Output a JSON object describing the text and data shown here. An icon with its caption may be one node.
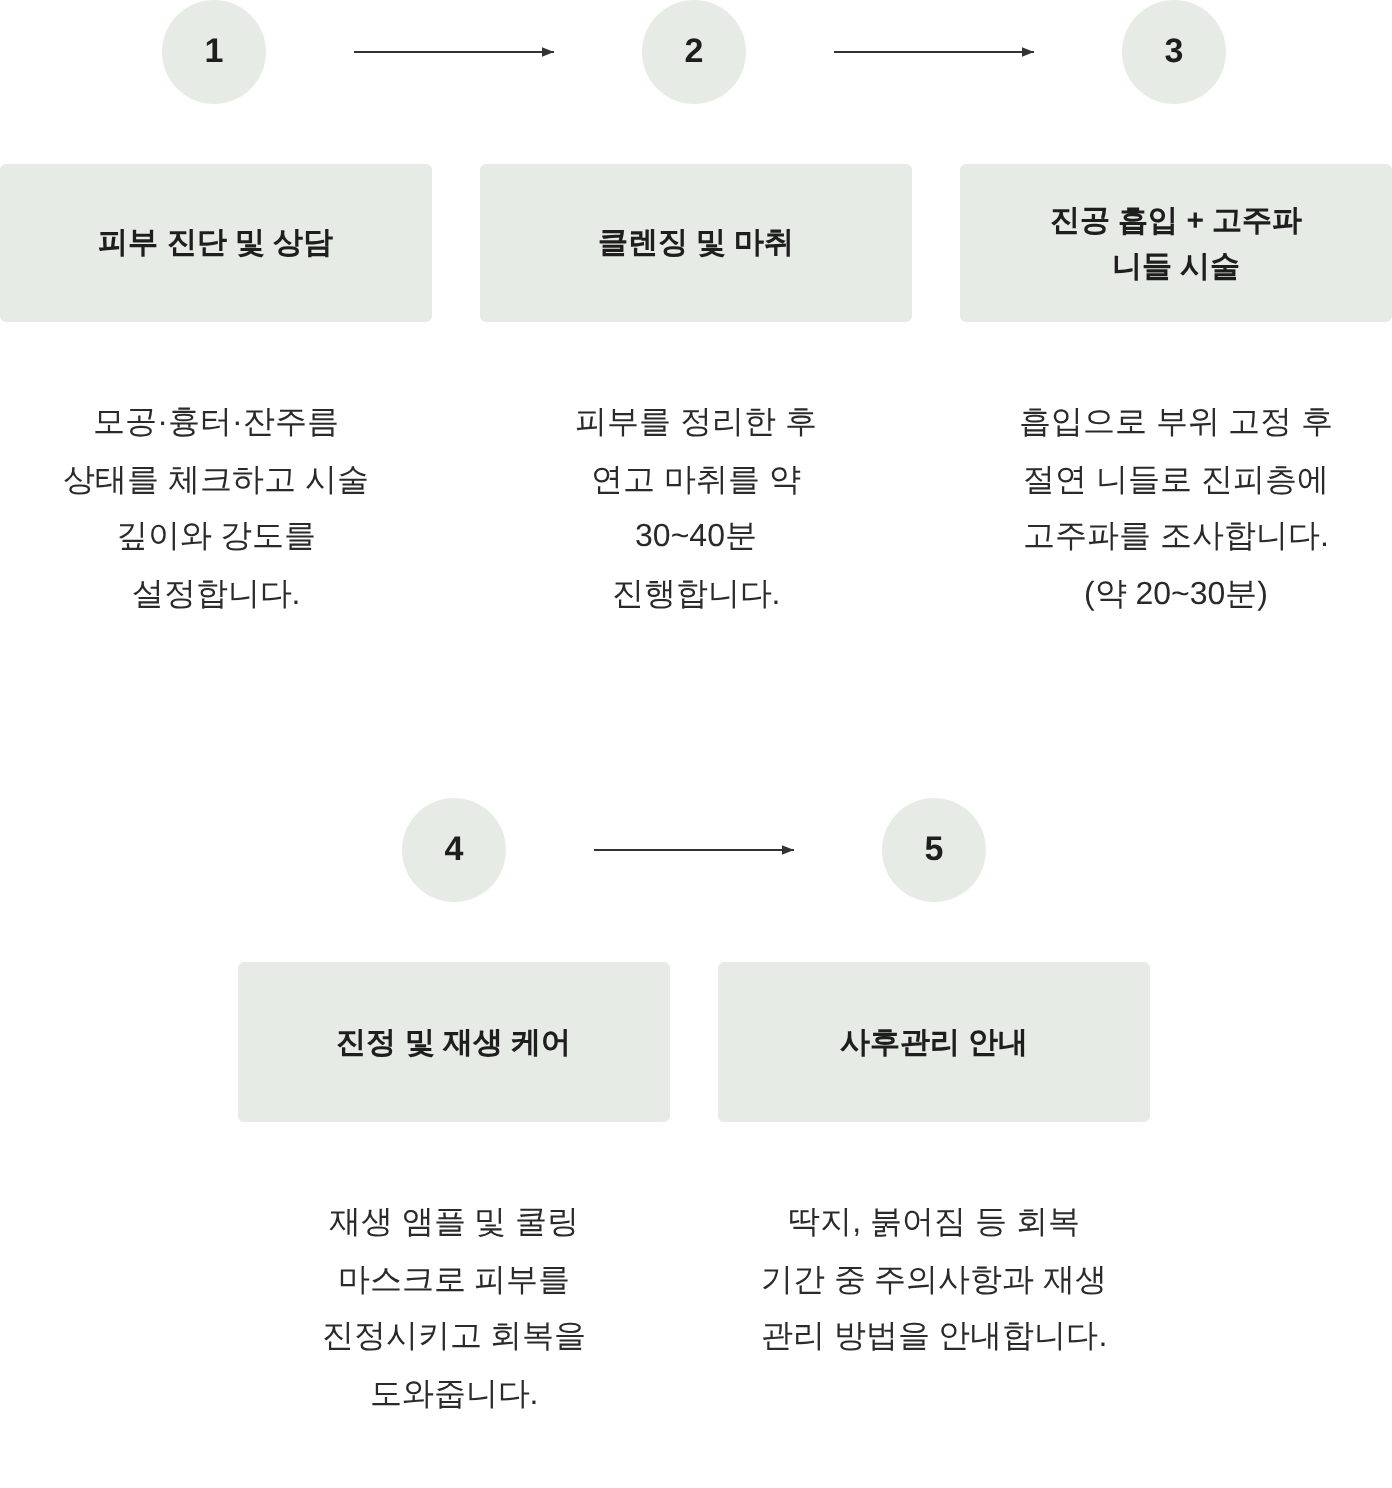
{
  "diagram": {
    "nodes": [
      {
        "text": [
          "1"
        ]
      },
      {
        "text": [
          "2"
        ]
      },
      {
        "text": [
          "3"
        ]
      },
      {
        "text": [
          "피부 진단 및 상담"
        ],
        "beside": [
          "모공·흉터·잔주름 상태를 체크하고 시술 깊이와 강도를 설정합니다."
        ]
      },
      {
        "text": [
          "클렌징 및 마취"
        ],
        "beside": [
          "피부를 정리한 후 연고 마취를 약 30~40분 진행합니다."
        ]
      },
      {
        "text": [
          "진공 흡입 + 고주파 니들 시술"
        ],
        "beside": [
          "흡입으로 부위 고정 후 절연 니들로 진피층에 고주파를 조사합니다. (약 20~30분)"
        ]
      },
      {
        "text": [
          "4"
        ]
      },
      {
        "text": [
          "5"
        ]
      },
      {
        "text": [
          "진정 및 재생 케어"
        ],
        "beside": [
          "재생 앰플 및 쿨링 마스크로 피부를 진정시키고 회복을 도와줍니다."
        ]
      },
      {
        "text": [
          "사후관리 안내"
        ],
        "beside": [
          "딱지, 붉어짐 등 회복 기간 중 주의사항과 재생 관리 방법을 안내합니다."
        ]
      }
    ],
    "edges": [
      {
        "from": 0,
        "to": 1,
        "arrow": "to"
      },
      {
        "from": 1,
        "to": 2,
        "arrow": "to"
      },
      {
        "from": 6,
        "to": 7,
        "arrow": "to"
      }
    ]
  }
}
